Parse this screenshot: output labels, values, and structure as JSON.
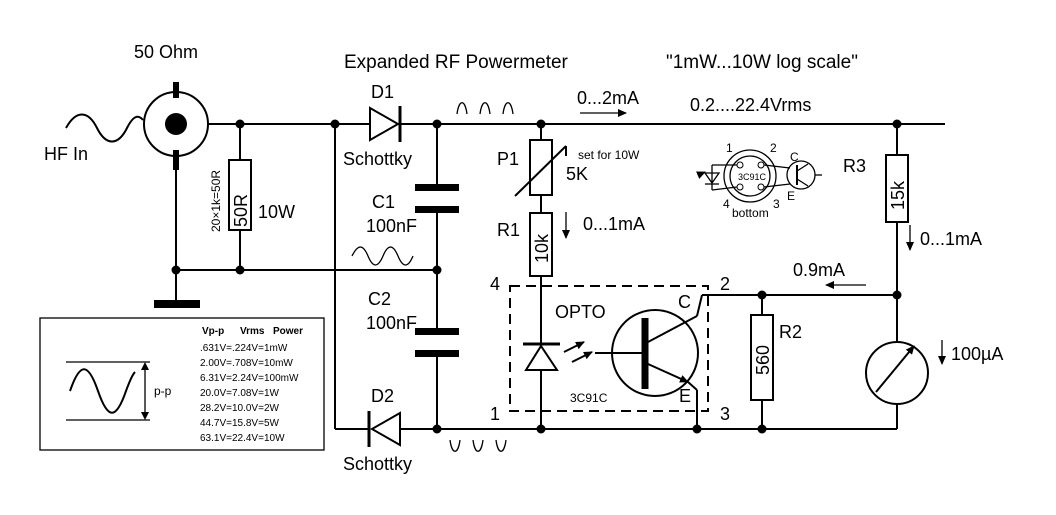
{
  "labels": {
    "title": "Expanded RF Powermeter",
    "subtitle": "\"1mW...10W log scale\"",
    "ohm": "50 Ohm",
    "hf_in": "HF In",
    "d1": "D1",
    "d1_type": "Schottky",
    "d2": "D2",
    "d2_type": "Schottky",
    "c1": "C1",
    "c1_val": "100nF",
    "c2": "C2",
    "c2_val": "100nF",
    "p1": "P1",
    "p1_val": "5K",
    "p1_note": "set for 10W",
    "r1": "R1",
    "r1_val": "10k",
    "r_load_val": "50R",
    "r_load_note": "20×1k=50R",
    "r_load_power": "10W",
    "r2": "R2",
    "r2_val": "560",
    "r3": "R3",
    "r3_val": "15k",
    "meter": "100µA",
    "i_top": "0...2mA",
    "v_top": "0.2....22.4Vrms",
    "i_r1": "0...1mA",
    "i_r3": "0...1mA",
    "i_ret": "0.9mA",
    "opto": "OPTO",
    "opto_part": "3C91C",
    "pin1": "1",
    "pin2": "2",
    "pin3": "3",
    "pin4": "4",
    "pin_c": "C",
    "pin_e": "E",
    "pinout_part": "3C91C",
    "pinout_view": "bottom",
    "pinout_1": "1",
    "pinout_2": "2",
    "pinout_3": "3",
    "pinout_4": "4",
    "pinout_c": "C",
    "pinout_e": "E",
    "pp": "p-p"
  },
  "power_table": {
    "headers": [
      "Vp-p",
      "Vrms",
      "Power"
    ],
    "rows": [
      ".631V=.224V=1mW",
      "2.00V=.708V=10mW",
      "6.31V=2.24V=100mW",
      "20.0V=7.08V=1W",
      "28.2V=10.0V=2W",
      "44.7V=15.8V=5W",
      "63.1V=22.4V=10W"
    ]
  }
}
